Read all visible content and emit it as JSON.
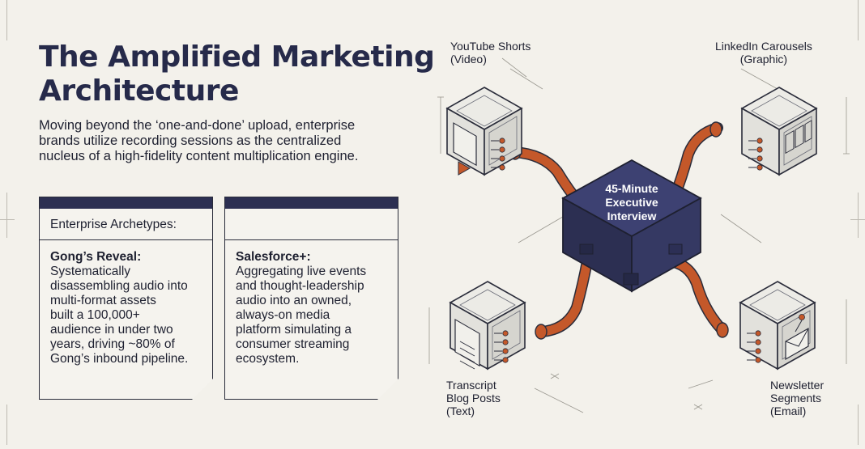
{
  "title_lines": [
    "The Amplified Marketing",
    "Architecture"
  ],
  "intro_lines": [
    "Moving beyond the ‘one-and-done’ upload, enterprise",
    "brands utilize recording sessions as the centralized",
    "nucleus of a high-fidelity content multiplication engine."
  ],
  "cards": [
    {
      "header": "Enterprise Archetypes:",
      "name": "Gong’s Reveal:",
      "lines": [
        "Systematically",
        "disassembling audio into",
        "multi-format assets",
        "built a 100,000+",
        "audience in under two",
        "years, driving ~80% of",
        "Gong’s inbound pipeline."
      ]
    },
    {
      "header": "",
      "name": "Salesforce+:",
      "lines": [
        "Aggregating live events",
        "and thought-leadership",
        "audio into an owned,",
        "always-on media",
        "platform simulating a",
        "consumer streaming",
        "ecosystem."
      ]
    }
  ],
  "diagram": {
    "hub_lines": [
      "45-Minute",
      "Executive",
      "Interview"
    ],
    "nodes": {
      "youtube": [
        "YouTube Shorts",
        "(Video)"
      ],
      "linkedin": [
        "LinkedIn Carousels",
        "(Graphic)"
      ],
      "transcript": [
        "Transcript",
        "Blog Posts",
        "(Text)"
      ],
      "newsletter": [
        "Newsletter",
        "Segments",
        "(Email)"
      ]
    },
    "icons": {
      "youtube": "video-play-icon",
      "linkedin": "carousel-slides-icon",
      "transcript": "document-icon",
      "newsletter": "envelope-icon"
    }
  },
  "colors": {
    "title": "#262a4a",
    "navy": "#2c2f52",
    "hub": "#3d4172",
    "copper": "#c4582a",
    "background": "#f3f1eb"
  }
}
